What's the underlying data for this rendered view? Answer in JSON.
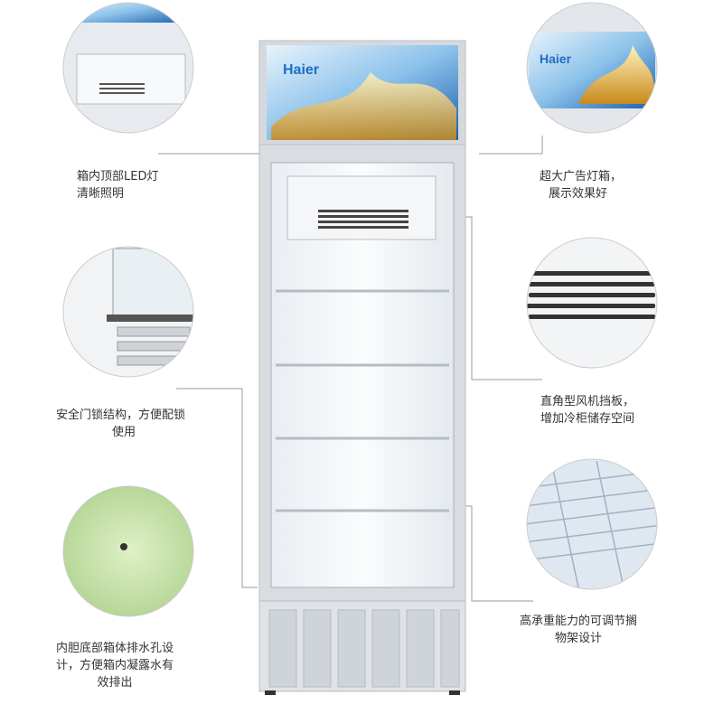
{
  "brand": "Haier",
  "features": {
    "led_light": {
      "line1": "箱内顶部LED灯",
      "line2": "清晰照明"
    },
    "ad_lightbox": {
      "line1": "超大广告灯箱，",
      "line2": "展示效果好"
    },
    "door_lock": {
      "line1": "安全门锁结构，方便配锁",
      "line2": "使用"
    },
    "fan_baffle": {
      "line1": "直角型风机挡板，",
      "line2": "增加冷柜储存空间"
    },
    "drain_hole": {
      "line1": "内胆底部箱体排水孔设",
      "line2": "计，方便箱内凝露水有",
      "line3": "效排出"
    },
    "shelves": {
      "line1": "高承重能力的可调节搁",
      "line2": "物架设计"
    }
  },
  "colors": {
    "line": "#9a9a9a",
    "banner_blue": "#1c6fc4",
    "body": "#d9dde2"
  }
}
